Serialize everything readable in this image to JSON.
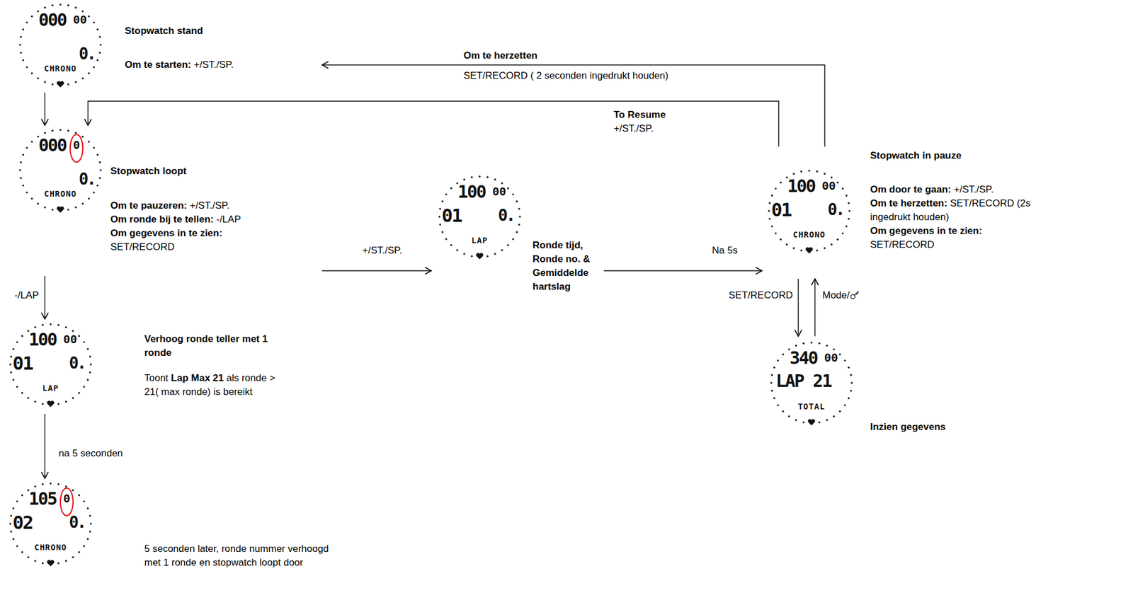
{
  "diagram": {
    "nodes": [
      {
        "text": [
          "000",
          "00",
          "0.",
          "CHRONO",
          "Stopwatch stand",
          "Om te starten:",
          "+/ST./SP."
        ]
      },
      {
        "text": [
          "000",
          "0",
          "0.",
          "CHRONO",
          "Stopwatch loopt",
          "Om te pauzeren:",
          "+/ST./SP.",
          "Om ronde bij te tellen:",
          "-/LAP",
          "Om gegevens in te zien:",
          "SET/RECORD"
        ]
      },
      {
        "text": [
          "100",
          "00",
          "01",
          "0.",
          "LAP",
          "Ronde tijd, Ronde no. & Gemiddelde hartslag"
        ]
      },
      {
        "text": [
          "100",
          "00",
          "01",
          "0.",
          "CHRONO",
          "Stopwatch in pauze",
          "Om door te gaan:",
          "+/ST./SP.",
          "Om te herzetten:",
          "SET/RECORD (2s ingedrukt houden)",
          "Om gegevens in te zien:",
          "SET/RECORD"
        ]
      },
      {
        "text": [
          "340",
          "00",
          "LAP 21",
          "TOTAL",
          "Inzien gegevens"
        ]
      },
      {
        "text": [
          "100",
          "00",
          "01",
          "0.",
          "LAP",
          "Verhoog ronde teller met 1 ronde",
          "Toont",
          "Lap Max 21",
          "als ronde > 21( max ronde) is bereikt"
        ]
      },
      {
        "text": [
          "105",
          "0",
          "02",
          "0.",
          "CHRONO",
          "5 seconden later, ronde nummer verhoogd met 1 ronde en stopwatch loopt door"
        ]
      }
    ],
    "edges": [
      {
        "from": 0,
        "to": 1,
        "arrow": "to"
      },
      {
        "from": 3,
        "to": 0,
        "label": "Om te herzetten",
        "arrow": "to"
      },
      {
        "from": 3,
        "to": 1,
        "label": "To Resume",
        "arrow": "to"
      },
      {
        "from": 1,
        "to": 2,
        "label": "+/ST./SP.",
        "arrow": "to"
      },
      {
        "from": 2,
        "to": 3,
        "label": "Na 5s",
        "arrow": "to"
      },
      {
        "from": 3,
        "to": 4,
        "label": "SET/RECORD",
        "arrow": "to"
      },
      {
        "from": 4,
        "to": 3,
        "label": "Mode/",
        "arrow": "to"
      },
      {
        "from": 1,
        "to": 5,
        "label": "-/LAP",
        "arrow": "to"
      },
      {
        "from": 5,
        "to": 6,
        "label": "na 5 seconden",
        "arrow": "to"
      }
    ],
    "labels": [
      "SET/RECORD ( 2 seconden ingedrukt houden)",
      "+/ST./SP."
    ]
  }
}
